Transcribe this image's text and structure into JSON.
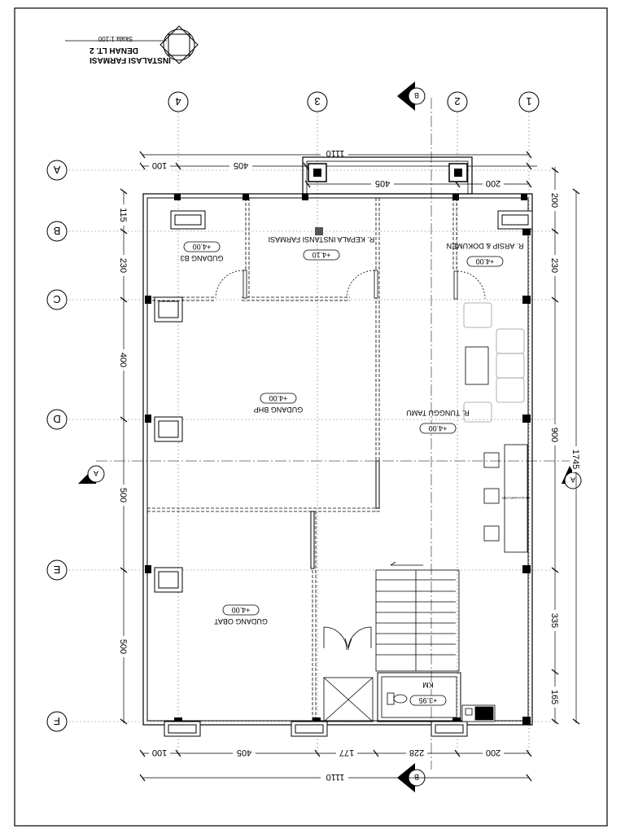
{
  "title_block": {
    "title": "INSTALASI FARMASI",
    "subtitle": "DENAH LT. 2",
    "scale": "Skala 1:100"
  },
  "grid": {
    "columns": [
      "1",
      "2",
      "3",
      "4"
    ],
    "rows": [
      "A",
      "B",
      "C",
      "D",
      "E",
      "F"
    ]
  },
  "section_marks": {
    "horizontal": "A",
    "vertical": "B"
  },
  "dimensions": {
    "top": [
      "200",
      "405",
      "100"
    ],
    "top_total": "1110",
    "top_inner": [
      "405",
      "200"
    ],
    "bottom": [
      "200",
      "228",
      "177",
      "405",
      "100"
    ],
    "bottom_total": "1110",
    "right": [
      "200",
      "230",
      "900",
      "335",
      "165"
    ],
    "right_total": "1745",
    "left": [
      "115",
      "230",
      "400",
      "500",
      "500"
    ]
  },
  "rooms": [
    {
      "name": "GUDANG B3",
      "level": "+4.00"
    },
    {
      "name": "R. KEPALA INSTANSI FARMASI",
      "level": "+4.10"
    },
    {
      "name": "R. ARSIP & DOKUMEN",
      "level": "+4.00"
    },
    {
      "name": "GUDANG BHP",
      "level": "+4.00"
    },
    {
      "name": "R. TUNGGU TAMU",
      "level": "+4.00"
    },
    {
      "name": "GUDANG OBAT",
      "level": "+4.00"
    },
    {
      "name": "KM",
      "level": "+3.95"
    }
  ],
  "furniture": {
    "desk_label": "MEJA KOMPUTER"
  }
}
